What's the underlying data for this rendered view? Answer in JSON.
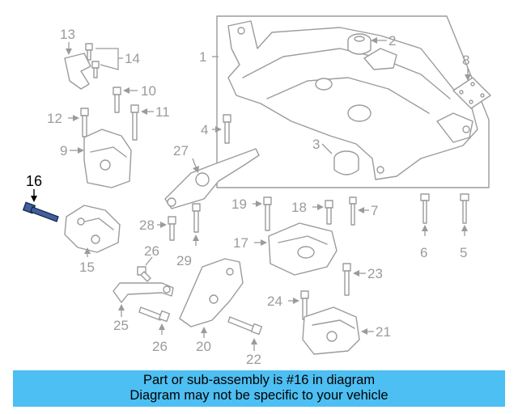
{
  "callouts": [
    "1",
    "2",
    "5",
    "6",
    "7",
    "8",
    "9",
    "10",
    "11",
    "12",
    "13",
    "14",
    "15",
    "16",
    "17",
    "18",
    "19",
    "20",
    "21",
    "22",
    "23",
    "24",
    "25",
    "26",
    "27",
    "28",
    "29"
  ],
  "highlighted_callout": "16",
  "banner": {
    "line1": "Part or sub-assembly is #16 in diagram",
    "line2": "Diagram may not be specific to your vehicle"
  },
  "colors": {
    "banner_bg": "#4dbff2",
    "highlight_part": "#3f5f9f",
    "line_art": "#9b9b9b"
  }
}
